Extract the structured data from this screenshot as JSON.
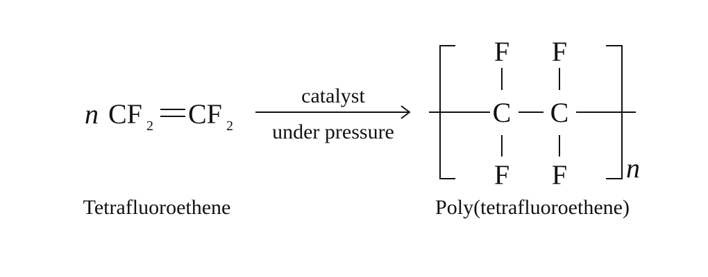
{
  "reactant": {
    "coefficient": "n",
    "left_group": "CF",
    "left_subscript": "2",
    "right_group": "CF",
    "right_subscript": "2",
    "name": "Tetrafluoroethene"
  },
  "conditions": {
    "above_arrow": "catalyst",
    "below_arrow": "under pressure"
  },
  "product": {
    "atoms": {
      "top_left": "F",
      "top_right": "F",
      "carbon_left": "C",
      "carbon_right": "C",
      "bottom_left": "F",
      "bottom_right": "F"
    },
    "repeat_subscript": "n",
    "name": "Poly(tetrafluoroethene)"
  }
}
